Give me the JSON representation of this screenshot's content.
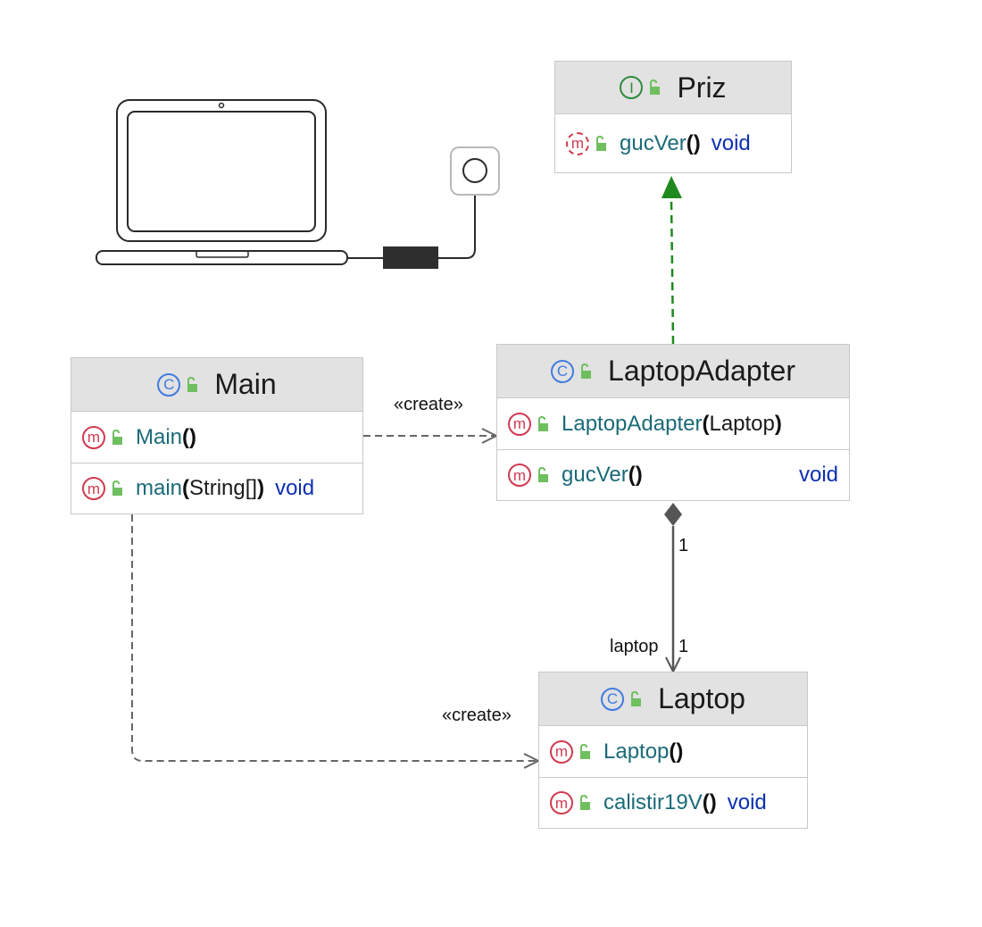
{
  "classes": {
    "priz": {
      "kind": "I",
      "name": "Priz",
      "methods": [
        {
          "kind": "m",
          "name": "gucVer",
          "open": "(",
          "params": "",
          "close": ")",
          "returns": "void"
        }
      ]
    },
    "main": {
      "kind": "C",
      "name": "Main",
      "methods": [
        {
          "kind": "m",
          "name": "Main",
          "open": "(",
          "params": "",
          "close": ")",
          "returns": ""
        },
        {
          "kind": "m",
          "name": "main",
          "open": "(",
          "params": "String[]",
          "close": ")",
          "returns": "void"
        }
      ]
    },
    "laptop_adapter": {
      "kind": "C",
      "name": "LaptopAdapter",
      "methods": [
        {
          "kind": "m",
          "name": "LaptopAdapter",
          "open": "(",
          "params": "Laptop",
          "close": ")",
          "returns": ""
        },
        {
          "kind": "m",
          "name": "gucVer",
          "open": "(",
          "params": "",
          "close": ")",
          "returns": "void"
        }
      ]
    },
    "laptop": {
      "kind": "C",
      "name": "Laptop",
      "methods": [
        {
          "kind": "m",
          "name": "Laptop",
          "open": "(",
          "params": "",
          "close": ")",
          "returns": ""
        },
        {
          "kind": "m",
          "name": "calistir19V",
          "open": "(",
          "params": "",
          "close": ")",
          "returns": "void"
        }
      ]
    }
  },
  "edges": {
    "main_creates_adapter": {
      "label": "«create»"
    },
    "main_creates_laptop": {
      "label": "«create»"
    },
    "adapter_composes_laptop": {
      "source_multiplicity": "1",
      "role": "laptop",
      "target_multiplicity": "1"
    }
  },
  "colors": {
    "realization": "#1e8a1e",
    "dependency": "#666666",
    "composition": "#555555",
    "header": "#e2e2e2",
    "class_badge": "#3f7be0",
    "interface_badge": "#2e8b3e",
    "method_badge": "#d03a4f",
    "return_type": "#0d2fb0",
    "method_name": "#1a6b78",
    "lock": "#6fbf5f"
  },
  "icons": {
    "illustration": "laptop-with-charger-plugged-into-socket-icon",
    "visibility": "open-lock-icon"
  }
}
